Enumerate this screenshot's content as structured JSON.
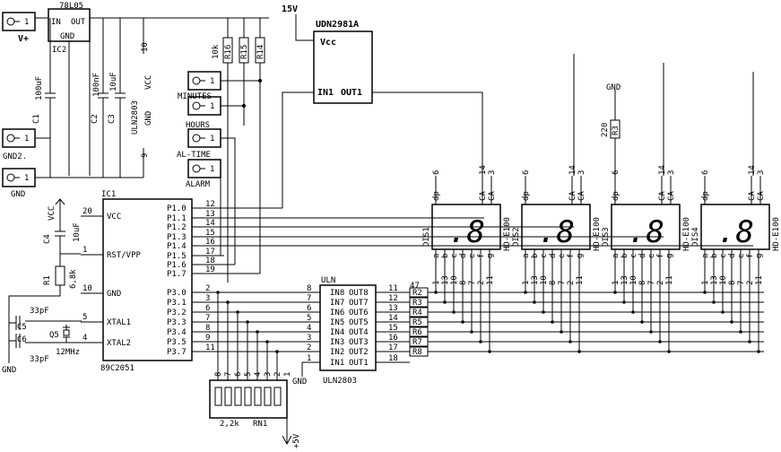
{
  "supply": {
    "v15": "15V",
    "vplus": "V+",
    "gnd2": "GND2.",
    "gnd": "GND",
    "vcc": "VCC",
    "plus5": "+5V"
  },
  "regulator": {
    "part": "78L05",
    "ref": "IC2",
    "in": "IN",
    "out": "OUT",
    "gnd": "GND"
  },
  "caps": {
    "c1": "C1",
    "c1v": "100uF",
    "c2": "C2",
    "c2v": "100nF",
    "c3": "C3",
    "c3v": "10uF",
    "c4": "C4",
    "c4v": "10uF",
    "c5": "C5",
    "c6": "C6",
    "cx": "33pF"
  },
  "connectors": {
    "pin": "1",
    "minutes": "MINUTES",
    "hours": "HOURS",
    "altime": "AL-TIME",
    "alarm": "ALARM"
  },
  "resistors": {
    "r1": "R1",
    "r1v": "6,8k",
    "r3": "R3",
    "r3v": "220",
    "r10k": "10k",
    "r14": "R14",
    "r15": "R15",
    "r16": "R16",
    "rn": [
      "R2",
      "R3",
      "R4",
      "R5",
      "R6",
      "R7",
      "R8"
    ],
    "rnv": "47",
    "rn1": "RN1",
    "rn1v": "2,2k",
    "rn1pins": [
      "8",
      "7",
      "6",
      "5",
      "4",
      "3",
      "2",
      "1"
    ]
  },
  "uln_top": {
    "ref": "ULN2803",
    "vcc": "VCC",
    "gnd": "GND",
    "p10": "10",
    "p9": "9"
  },
  "udn": {
    "ref": "UDN2981A",
    "vcc": "Vcc",
    "in": "IN1",
    "out": "OUT1"
  },
  "mcu": {
    "ref": "IC1",
    "part": "89C2051",
    "left": [
      {
        "label": "VCC",
        "pin": "20"
      },
      {
        "label": "RST/VPP",
        "pin": "1"
      },
      {
        "label": "GND",
        "pin": "10"
      },
      {
        "label": "XTAL1",
        "pin": "5"
      },
      {
        "label": "XTAL2",
        "pin": "4"
      }
    ],
    "right": [
      {
        "label": "P1.0",
        "pin": "12"
      },
      {
        "label": "P1.1",
        "pin": "13"
      },
      {
        "label": "P1.2",
        "pin": "14"
      },
      {
        "label": "P1.3",
        "pin": "15"
      },
      {
        "label": "P1.4",
        "pin": "16"
      },
      {
        "label": "P1.5",
        "pin": "17"
      },
      {
        "label": "P1.6",
        "pin": "18"
      },
      {
        "label": "P1.7",
        "pin": "19"
      },
      {
        "label": "P3.0",
        "pin": "2"
      },
      {
        "label": "P3.1",
        "pin": "3"
      },
      {
        "label": "P3.2",
        "pin": "6"
      },
      {
        "label": "P3.3",
        "pin": "7"
      },
      {
        "label": "P3.4",
        "pin": "8"
      },
      {
        "label": "P3.5",
        "pin": "9"
      },
      {
        "label": "P3.7",
        "pin": "11"
      }
    ]
  },
  "crystal": {
    "ref": "Q5",
    "val": "12MHz"
  },
  "uln": {
    "title": "ULN",
    "ref": "ULN2803",
    "gnd": "GND",
    "in_pins": [
      "8",
      "7",
      "6",
      "5",
      "4",
      "3",
      "2",
      "1"
    ],
    "ins": [
      "IN8",
      "IN7",
      "IN6",
      "IN5",
      "IN4",
      "IN3",
      "IN2",
      "IN1"
    ],
    "outs": [
      "OUT8",
      "OUT7",
      "OUT6",
      "OUT5",
      "OUT4",
      "OUT3",
      "OUT2",
      "OUT1"
    ],
    "out_pins": [
      "11",
      "12",
      "13",
      "14",
      "15",
      "16",
      "17",
      "18"
    ]
  },
  "displays": [
    {
      "ref": "DIS1",
      "part": "HD-E100",
      "digit": ".8"
    },
    {
      "ref": "DIS2",
      "part": "HD-E100",
      "digit": ".8"
    },
    {
      "ref": "DIS3",
      "part": "HD-E100",
      "digit": ".8"
    },
    {
      "ref": "DIS4",
      "part": "HD-E100",
      "digit": ".8"
    }
  ],
  "disp_top": {
    "pins": [
      "6",
      "14",
      "3"
    ],
    "labels": [
      "dp",
      "CA",
      "CA"
    ]
  },
  "disp_bot": {
    "pins": [
      "1",
      "13",
      "10",
      "8",
      "7",
      "2",
      "11"
    ],
    "labels": [
      "a",
      "b",
      "c",
      "d",
      "e",
      "f",
      "g"
    ]
  }
}
